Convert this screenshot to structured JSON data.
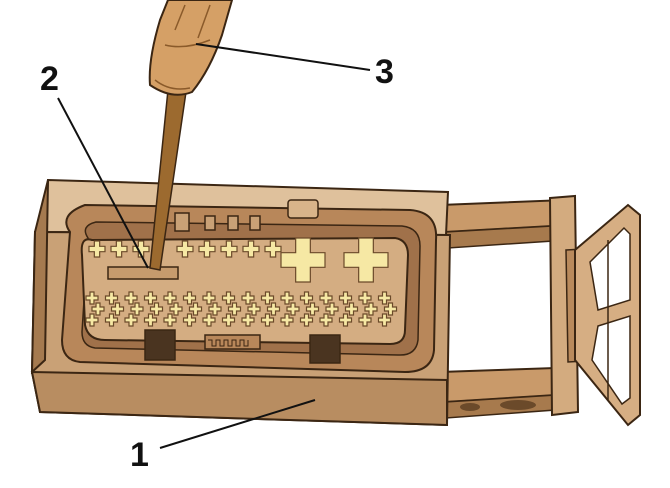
{
  "labels": {
    "one": "1",
    "two": "2",
    "three": "3"
  },
  "colors": {
    "body": "#c9a176",
    "body_light": "#dfc19c",
    "body_dark": "#a57a4f",
    "inner": "#b8875a",
    "pin": "#f6e8a4",
    "pin_outline": "#6b4a2a",
    "outline": "#3b2613",
    "tool_handle": "#d5a066",
    "tool_shaft": "#9c6a2f"
  },
  "pins": {
    "top_row_count": 8,
    "large_pins": 2,
    "lower_rows": 3,
    "lower_row_count": 16
  }
}
